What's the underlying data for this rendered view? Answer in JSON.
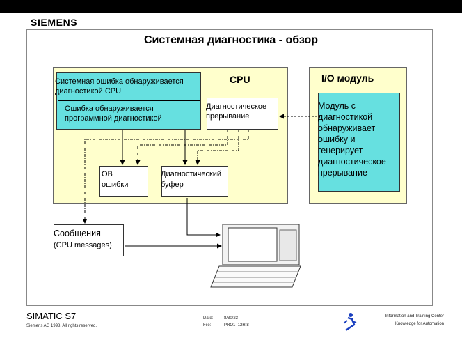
{
  "brand": {
    "logo_text": "SIEMENS"
  },
  "slide": {
    "title": "Системная диагностика - обзор"
  },
  "cpu": {
    "label": "CPU",
    "system_error_line1": "Системная ошибка обнаруживается",
    "system_error_line2": "диагностикой CPU",
    "program_error_line1": "Ошибка обнаруживается",
    "program_error_line2": "программной диагностикой",
    "diag_interrupt_line1": "Диагностическое",
    "diag_interrupt_line2": "прерывание",
    "ob_line1": "OB",
    "ob_line2": "ошибки",
    "diag_buffer_line1": "Диагностический",
    "diag_buffer_line2": "буфер"
  },
  "io": {
    "label": "I/O модуль",
    "module_lines": [
      "Модуль с",
      "диагностикой",
      "обнаруживает",
      "ошибку и",
      "генерирует",
      "диагностическое",
      "прерывание"
    ]
  },
  "messages": {
    "line1": "Сообщения",
    "line2": "(CPU messages)"
  },
  "footer": {
    "product": "SIMATIC S7",
    "copyright": "Siemens AG 1998. All rights reserved.",
    "date_label": "Date:",
    "date_value": "8/30/23",
    "file_label": "File:",
    "file_value": "PRO1_12R.8",
    "center_line1": "Information and Training Center",
    "center_line2": "Knowledge for Automation"
  },
  "colors": {
    "background_box": "#ffffcc",
    "highlight_box": "#66e0e0"
  }
}
